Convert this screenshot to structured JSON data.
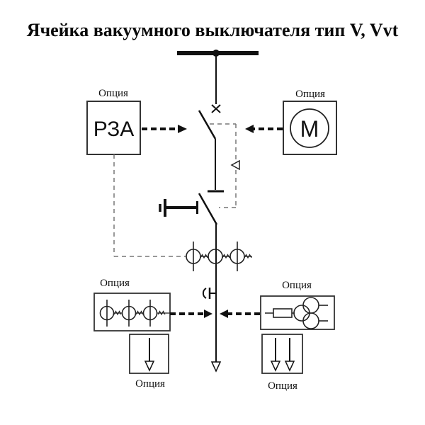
{
  "title": "Ячейка вакуумного выключателя тип V, Vvt",
  "blocks": {
    "relay": {
      "label": "Опция",
      "text": "РЗА"
    },
    "motor": {
      "label": "Опция",
      "text": "M"
    },
    "current_transformers": {
      "label": "Опция"
    },
    "voltage_transformer": {
      "label": "Опция"
    },
    "outgoing_left": {
      "label": "Опция"
    },
    "outgoing_right": {
      "label": "Опция"
    }
  },
  "colors": {
    "line": "#111111",
    "dashed_aux": "#777777",
    "background": "#ffffff"
  }
}
